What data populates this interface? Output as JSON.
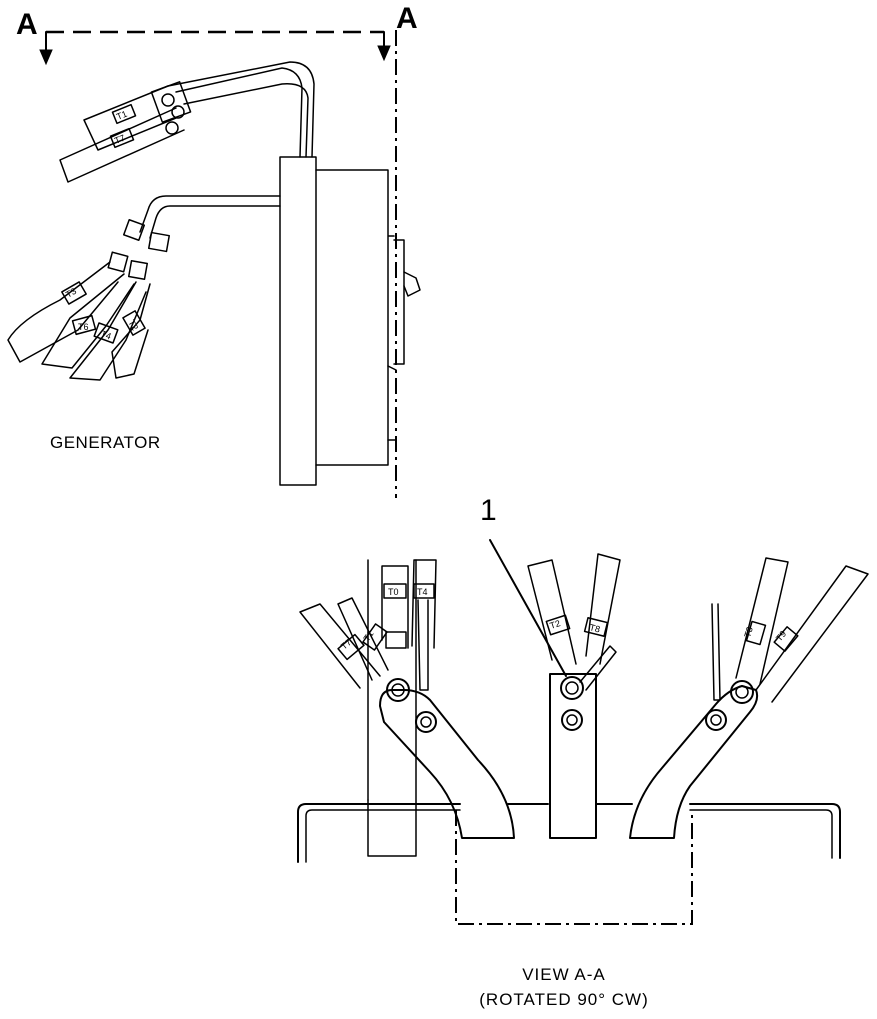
{
  "section_marker": {
    "left": "A",
    "right": "A"
  },
  "generator_label": "GENERATOR",
  "callout": {
    "number": "1"
  },
  "view_caption": {
    "line1": "VIEW A-A",
    "line2": "(ROTATED 90° CW)"
  },
  "lead_tags": {
    "top": [
      "T1",
      "T7"
    ],
    "lower": [
      "T3",
      "T6",
      "T4",
      "T2"
    ],
    "view_left": [
      "T7",
      "T1",
      "T0",
      "T4"
    ],
    "view_center": [
      "T2",
      "T8"
    ],
    "view_right": [
      "T3",
      "T9"
    ]
  }
}
